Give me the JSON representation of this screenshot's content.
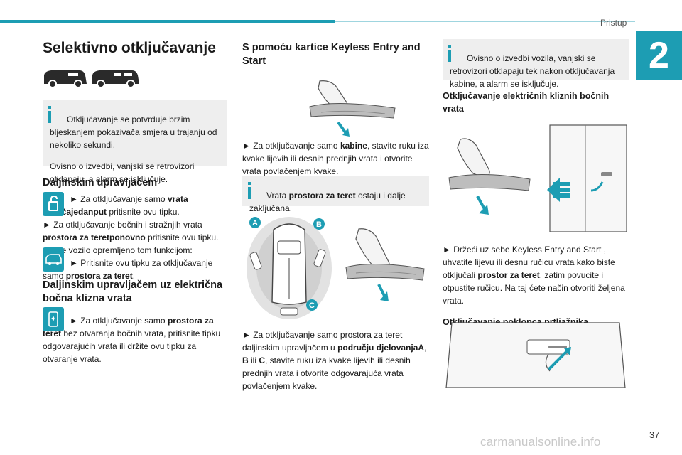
{
  "header": {
    "section": "Pristup",
    "chapter": "2",
    "page": "37"
  },
  "watermark": "carmanualsonline.info",
  "col1": {
    "title": "Selektivno otključavanje",
    "info": "Otključavanje se potvrđuje brzim bljeskanjem pokazivača smjera u trajanju od nekoliko sekundi.",
    "info2": "Ovisno o izvedbi, vanjski se retrovizori otklapaju, a alarm se isključuje.",
    "h_remote": "Daljinskim upravljačem",
    "p1_a": "► Za otključavanje samo ",
    "p1_b": "vrata vozačajedanput",
    "p1_c": " pritisnite ovu tipku.",
    "p2_a": "► Za otključavanje bočnih i stražnjih vrata ",
    "p2_b": "prostora za teretponovno",
    "p2_c": " pritisnite ovu tipku.",
    "p3": "Ako je vozilo opremljeno tom funkcijom:",
    "p4_a": "► Pritisnite ovu tipku za otključavanje samo ",
    "p4_b": "prostora za teret",
    "p4_c": ".",
    "h_sliding": "Daljinskim upravljačem uz električna bočna klizna vrata",
    "p5_a": "► Za otključavanje samo ",
    "p5_b": "prostora za teret",
    "p5_c": " bez otvaranja bočnih vrata, pritisnite tipku odgovarajućih vrata ili držite ovu tipku za otvaranje vrata."
  },
  "col2": {
    "h_keyless": "S pomoću kartice Keyless Entry and Start",
    "p1_a": "► Za otključavanje samo ",
    "p1_b": "kabine",
    "p1_c": ", stavite ruku iza kvake lijevih ili desnih prednjih vrata i otvorite vrata povlačenjem kvake.",
    "info_a": "Vrata ",
    "info_b": "prostora za teret",
    "info_c": " ostaju i dalje zaključana.",
    "zones": [
      "A",
      "B",
      "C"
    ],
    "p2_a": "► Za otključavanje samo prostora za teret daljinskim upravljačem u ",
    "p2_b": "području djelovanjaA",
    "p2_c": ", ",
    "p2_d": "B",
    "p2_e": " ili ",
    "p2_f": "C",
    "p2_g": ", stavite ruku iza kvake lijevih ili desnih prednjih vrata i otvorite odgovarajuća vrata povlačenjem kvake."
  },
  "col3": {
    "info": "Ovisno o izvedbi vozila, vanjski se retrovizori otklapaju tek nakon otključavanja kabine, a alarm se isključuje.",
    "h_sliding": "Otključavanje električnih kliznih bočnih vrata",
    "p1_a": "► Držeći uz sebe Keyless Entry and Start , uhvatite lijevu ili desnu ručicu vrata kako biste otključali ",
    "p1_b": "prostor za teret",
    "p1_c": ", zatim povucite i otpustite ručicu. Na taj ćete način otvoriti željena vrata.",
    "h_trunk": "Otključavanje poklopca prtljažnika"
  },
  "colors": {
    "accent": "#1d9db3",
    "info_bg": "#eeeeee"
  }
}
